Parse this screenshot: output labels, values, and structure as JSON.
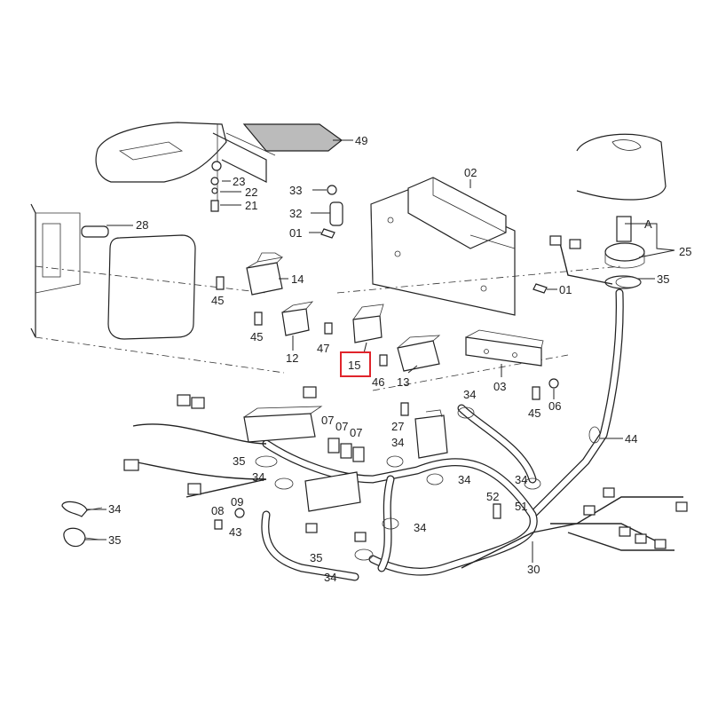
{
  "highlighted_part": "15",
  "callouts": [
    "49",
    "23",
    "22",
    "21",
    "28",
    "02",
    "33",
    "32",
    "01",
    "14",
    "45",
    "45",
    "12",
    "47",
    "15",
    "46",
    "13",
    "03",
    "01",
    "06",
    "45",
    "44",
    "25",
    "A",
    "35",
    "34",
    "35",
    "27",
    "34",
    "07",
    "07",
    "07",
    "35",
    "34",
    "34",
    "08",
    "09",
    "43",
    "34",
    "35",
    "34",
    "52",
    "51",
    "34",
    "30"
  ],
  "colors": {
    "highlight": "#e0242b",
    "ink": "#222222"
  }
}
